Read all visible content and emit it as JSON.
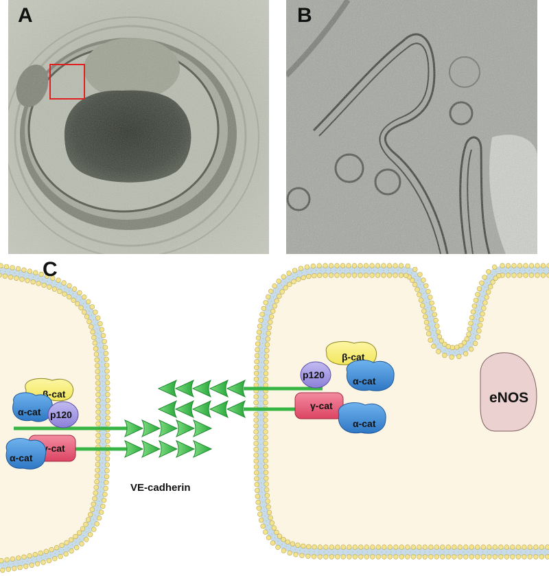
{
  "panels": {
    "a": {
      "letter": "A"
    },
    "b": {
      "letter": "B"
    },
    "c": {
      "letter": "C"
    }
  },
  "labels": {
    "beta_cat": "β-cat",
    "alpha_cat": "α-cat",
    "p120": "p120",
    "gamma_cat": "γ-cat",
    "enos": "eNOS",
    "ve_cadherin": "VE-cadherin"
  },
  "colors": {
    "cytoplasm": "#fdf5e4",
    "lipid_head": "#f3e38e",
    "membrane_core": "#c7dbe9",
    "beta_cat": "#fbf27a",
    "alpha_cat": "#3f8fd8",
    "p120": "#a99ee6",
    "gamma_cat": "#ea5c78",
    "enos": "#ecd1d1",
    "cadherin": "#3cc44a",
    "micrograph_red_box": "#e02020"
  }
}
